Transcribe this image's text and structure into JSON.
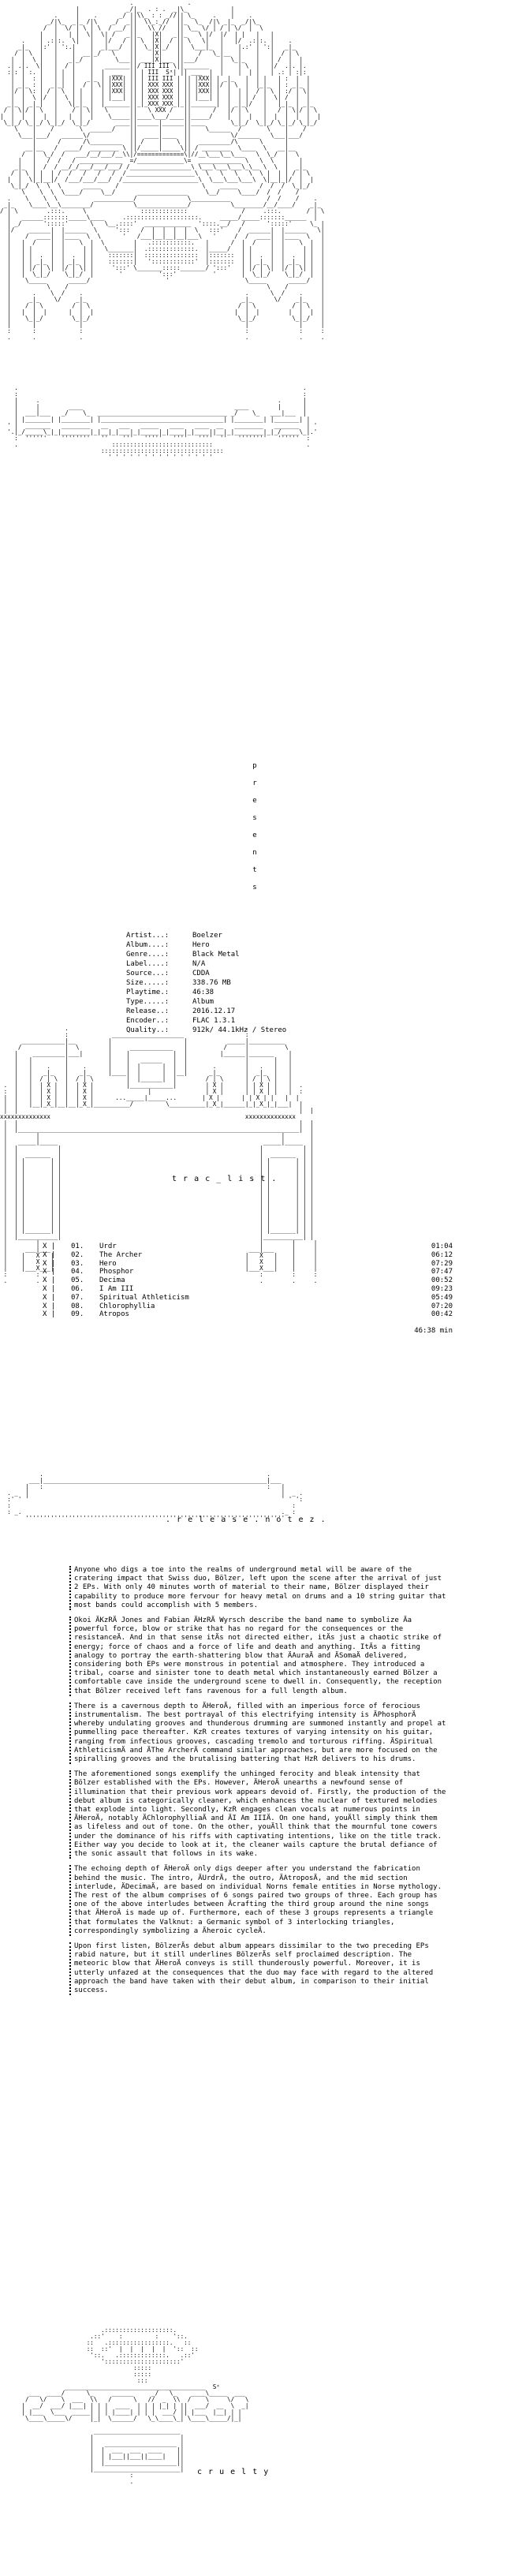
{
  "header": {
    "presents_letters": [
      "p",
      "r",
      "e",
      "s",
      "e",
      "n",
      "t",
      "s"
    ]
  },
  "info": [
    {
      "key": "Artist...:",
      "value": "Boelzer"
    },
    {
      "key": "Album....:",
      "value": "Hero"
    },
    {
      "key": "Genre....:",
      "value": "Black Metal"
    },
    {
      "key": "Label....:",
      "value": "N/A"
    },
    {
      "key": "Source...:",
      "value": "CDDA"
    },
    {
      "key": "Size.....:",
      "value": "338.76 MB"
    },
    {
      "key": "Playtime.:",
      "value": "46:38"
    },
    {
      "key": "Type.....:",
      "value": "Album"
    },
    {
      "key": "Release..:",
      "value": "2016.12.17"
    },
    {
      "key": "Encoder..:",
      "value": "FLAC 1.3.1"
    },
    {
      "key": "Quality..:",
      "value": "912k/ 44.1kHz / Stereo"
    }
  ],
  "tracklist": {
    "heading": "t r a c _ l i s t .",
    "tracks": [
      {
        "side": "X |",
        "num": "01.",
        "title": "Urdr",
        "dur": "01:04"
      },
      {
        "side": "X |",
        "num": "02.",
        "title": "The Archer",
        "dur": "06:12"
      },
      {
        "side": "X |",
        "num": "03.",
        "title": "Hero",
        "dur": "07:29"
      },
      {
        "side": "X |",
        "num": "04.",
        "title": "Phosphor",
        "dur": "07:47"
      },
      {
        "side": "X |",
        "num": "05.",
        "title": "Decima",
        "dur": "00:52"
      },
      {
        "side": "X |",
        "num": "06.",
        "title": "I Am III",
        "dur": "09:23"
      },
      {
        "side": "X |",
        "num": "07.",
        "title": "Spiritual Athleticism",
        "dur": "05:49"
      },
      {
        "side": "X |",
        "num": "08.",
        "title": "Chlorophyllia",
        "dur": "07:20"
      },
      {
        "side": "X |",
        "num": "09.",
        "title": "Atropos",
        "dur": "00:42"
      }
    ],
    "total": "46:38 min"
  },
  "release_notes": {
    "heading": ". r e l e a s e . n o t e z .",
    "paragraphs": [
      "Anyone who digs a toe into the realms of underground metal will be aware of the cratering impact that Swiss duo, Bölzer, left upon the scene after the arrival of just 2 EPs. With only 40 minutes worth of material to their name, Bölzer displayed their capability to produce more fervour for heavy metal on drums and a 10 string guitar that most bands could accomplish with 5 members.",
      "Okoi ÄKzRÄ Jones and Fabian ÄHzRÄ Wyrsch describe the band name to symbolize Äa powerful force, blow or strike that has no regard for the consequences or the resistanceÄ. And in that sense itÄs not directed either, itÄs just a chaotic strike of energy; force of chaos and a force of life and death and anything. ItÄs a fitting analogy to portray the earth-shattering blow that ÄAuraÄ and ÄSomaÄ delivered, considering both EPs were monstrous in potential and atmosphere. They introduced a tribal, coarse and sinister tone to death metal which instantaneously earned Bölzer a comfortable cave inside the underground scene to dwell in. Consequently, the reception that Bölzer received left fans ravenous for a full length album.",
      "There is a cavernous depth to ÄHeroÄ, filled with an imperious force of ferocious instrumentalism. The best portrayal of this electrifying intensity is ÄPhosphorÄ whereby undulating grooves and thunderous drumming are summoned instantly and propel at pummelling pace thereafter. KzR creates textures of varying intensity on his guitar, ranging from infectious grooves, cascading tremolo and torturous riffing. ÄSpiritual AthleticismÄ and ÄThe ArcherÄ command similar approaches, but are more focused on the spiralling grooves and the brutalising battering that HzR delivers to his drums.",
      "The aforementioned songs exemplify the unhinged ferocity and bleak intensity that Bölzer established with the EPs. However, ÄHeroÄ unearths a newfound sense of illumination that their previous work appears devoid of. Firstly, the production of the debut album is categorically cleaner, which enhances the nuclear of textured melodies that explode into light. Secondly, KzR engages clean vocals at numerous points in ÄHeroÄ, notably ÄChlorophylliaÄ and ÄI Am IIIÄ. On one hand, youÄll simply think them as lifeless and out of tone. On the other, youÄll think that the mournful tone cowers under the dominance of his riffs with captivating intentions, like on the title track. Either way you decide to look at it, the cleaner wails capture the brutal defiance of the sonic assault that follows in its wake.",
      "The echoing depth of ÄHeroÄ only digs deeper after you understand the fabrication behind the music. The intro, ÄUrdrÄ, the outro, ÄAtroposÄ, and the mid section interlude, ÄDecimaÄ, are based on individual Norns female entities in Norse mythology. The rest of the album comprises of 6 songs paired two groups of three. Each group has one of the above interludes between Äcrafting the third group around the nine songs that ÄHeroÄ is made up of. Furthermore, each of these 3 groups represents a triangle that formulates the Valknut: a Germanic symbol of 3 interlocking triangles, correspondingly symbolizing a Äheroic cycleÄ.",
      "Upon first listen, BölzerÄs debut album appears dissimilar to the two preceding EPs rabid nature, but it still underlines BölzerÄs self proclaimed description. The meteoric blow that ÄHeroÄ conveys is still thunderously powerful. Moreover, it is utterly unfazed at the consequences that the duo may face with regard to the altered approach the band have taken with their debut album, in comparison to their initial success."
    ]
  },
  "footer": {
    "word": "c r u e l t y"
  }
}
